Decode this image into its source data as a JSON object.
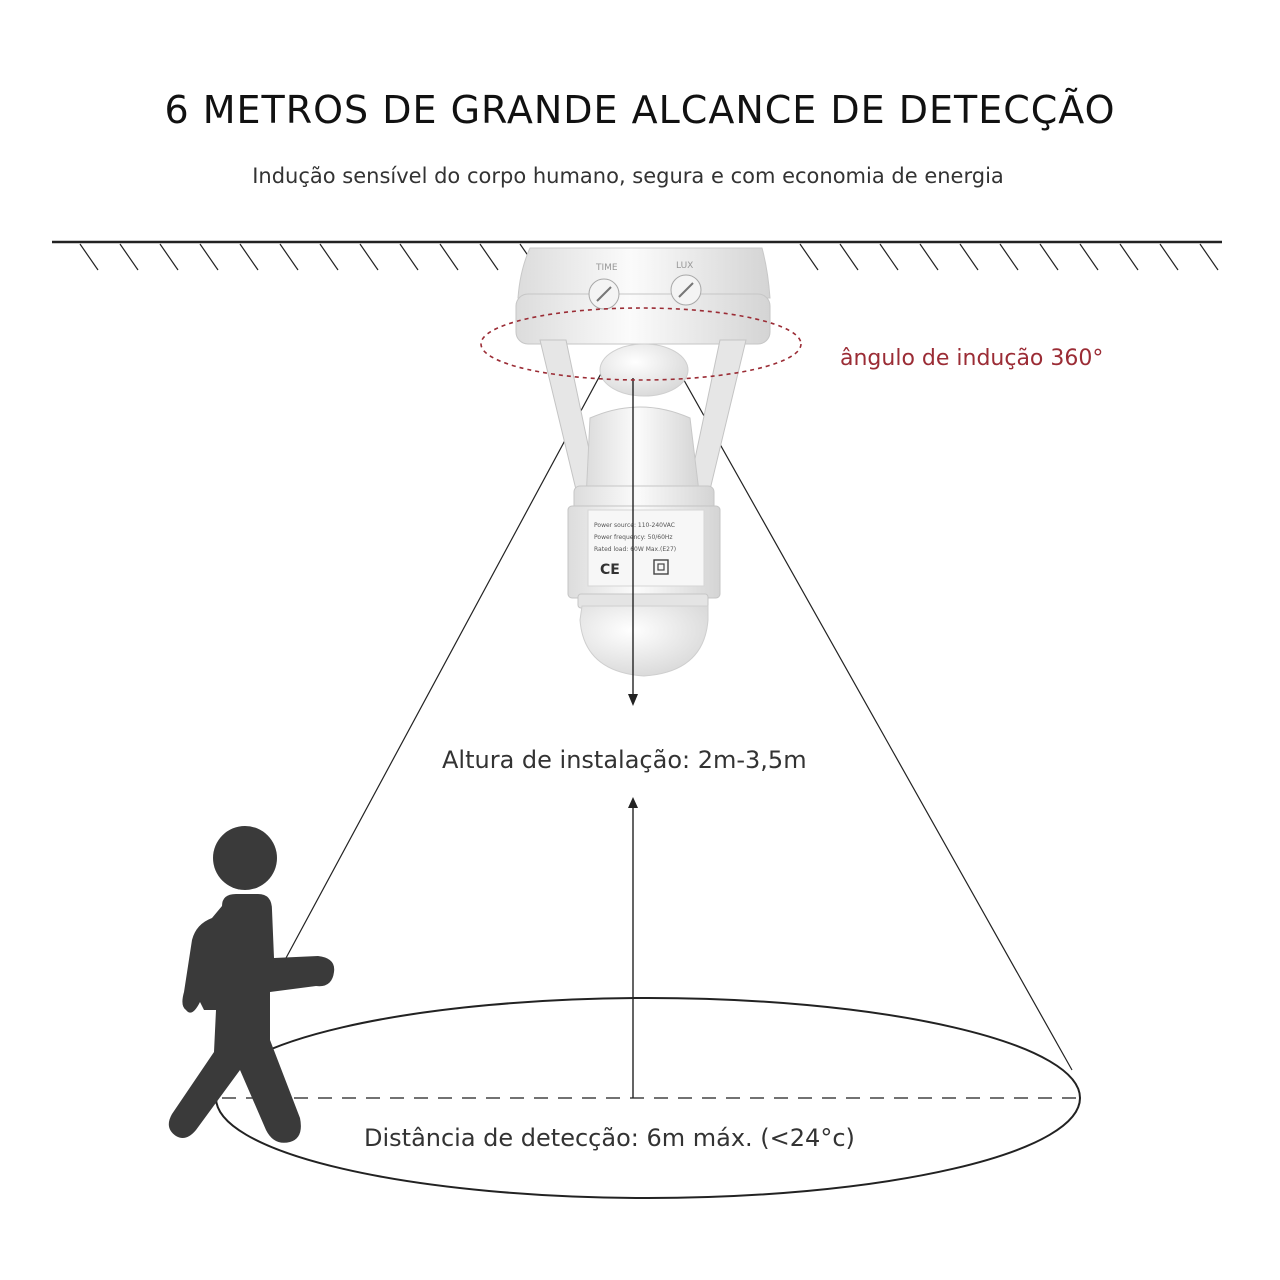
{
  "title": "6 METROS DE GRANDE ALCANCE DE DETECÇÃO",
  "subtitle": "Indução sensível do corpo humano, segura e com economia de energia",
  "labels": {
    "angle": "ângulo de indução 360°",
    "height": "Altura de instalação: 2m-3,5m",
    "distance": "Distância de detecção: 6m máx. (<24°c)"
  },
  "device": {
    "label_lines": [
      "Power source: 110-240VAC",
      "Power frequency: 50/60Hz",
      "Rated load: 60W Max.(E27)"
    ],
    "ce_mark": "CE"
  },
  "colors": {
    "accent": "#9b2c35",
    "text": "#222222",
    "person": "#3a3a3a",
    "device": "#eeeeee"
  }
}
